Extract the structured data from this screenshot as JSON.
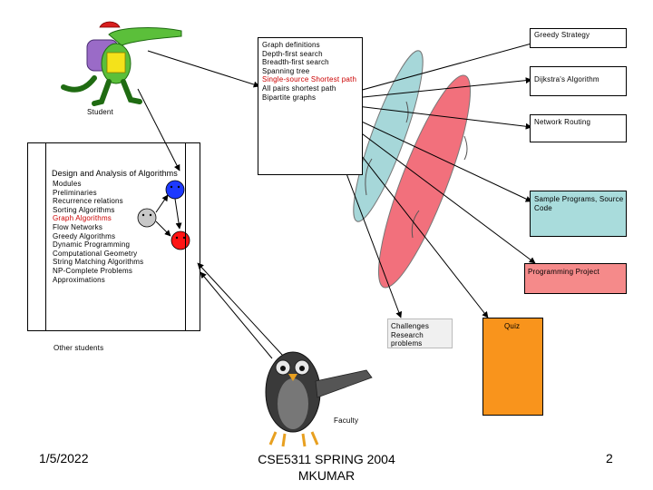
{
  "labels": {
    "student": "Student",
    "other_students": "Other students",
    "faculty": "Faculty"
  },
  "course": {
    "title": "Design and Analysis of Algorithms",
    "items": [
      {
        "text": "Modules"
      },
      {
        "text": "Preliminaries"
      },
      {
        "text": "Recurrence relations"
      },
      {
        "text": "Sorting Algorithms"
      },
      {
        "text": "Graph Algorithms",
        "highlight": true
      },
      {
        "text": "Flow Networks"
      },
      {
        "text": "Greedy Algorithms"
      },
      {
        "text": "Dynamic Programming"
      },
      {
        "text": "Computational Geometry"
      },
      {
        "text": "String Matching Algorithms"
      },
      {
        "text": "NP-Complete Problems"
      },
      {
        "text": "Approximations"
      }
    ]
  },
  "graph_topics": [
    {
      "text": "Graph definitions"
    },
    {
      "text": "Depth-first search"
    },
    {
      "text": "Breadth-first search"
    },
    {
      "text": "Spanning tree"
    },
    {
      "text": "Single-source Shortest path",
      "highlight": true
    },
    {
      "text": "All pairs shortest path"
    },
    {
      "text": "Bipartite graphs"
    }
  ],
  "resources": {
    "greedy_strategy": "Greedy Strategy",
    "dijkstra": "Dijkstra's Algorithm",
    "network_routing": "Network Routing",
    "sample_programs": "Sample Programs, Source Code",
    "programming_project": "Programming Project",
    "challenges": "Challenges Research problems",
    "quiz": "Quiz"
  },
  "colors": {
    "sample_programs_fill": "#a9dcdc",
    "programming_project_fill": "#f58a8a",
    "challenges_fill": "#f0f0f0",
    "quiz_fill": "#f9941c",
    "highlight_text": "#cc0000",
    "blue_node": "#1d39ff",
    "gray_node": "#c8c8c8",
    "red_node": "#ff1414",
    "teal_ellipse": "#a6d7d9",
    "red_ellipse": "#f2707c"
  },
  "footer": {
    "date": "1/5/2022",
    "course": "CSE5311 SPRING 2004",
    "author": "MKUMAR",
    "page": "2"
  }
}
